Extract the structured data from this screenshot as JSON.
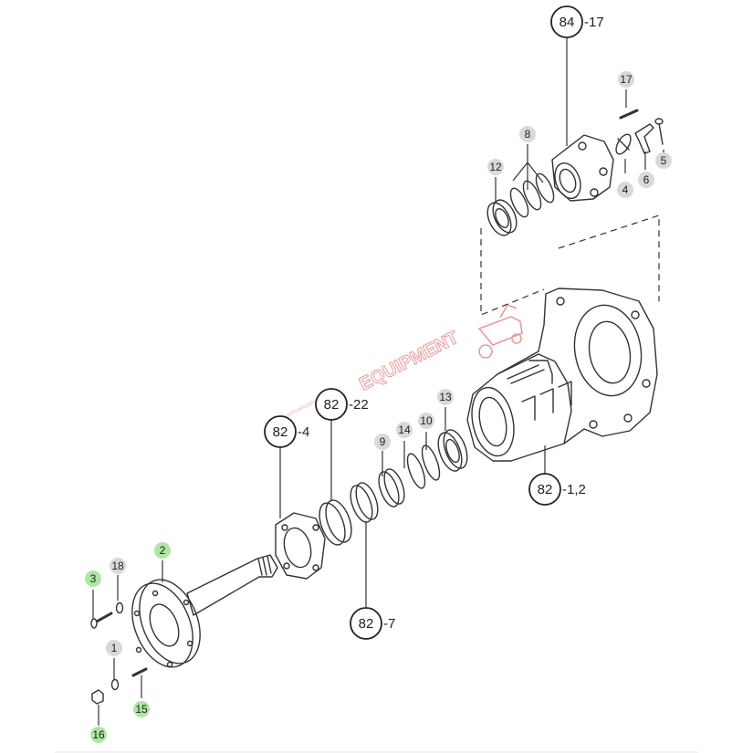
{
  "watermark": {
    "text": "EQUIPMENT",
    "color": "#e07a7a"
  },
  "colors": {
    "line": "#333333",
    "tag_grey": "#d9d9d9",
    "tag_green": "#aee6a4"
  },
  "assembly_refs": [
    {
      "number": "84",
      "suffix": "-17"
    },
    {
      "number": "82",
      "suffix": "-22"
    },
    {
      "number": "82",
      "suffix": "-4"
    },
    {
      "number": "82",
      "suffix": "-1,2"
    },
    {
      "number": "82",
      "suffix": "-7"
    }
  ],
  "part_tags": [
    {
      "label": "17",
      "highlight": "grey"
    },
    {
      "label": "8",
      "highlight": "grey"
    },
    {
      "label": "12",
      "highlight": "grey"
    },
    {
      "label": "4",
      "highlight": "grey"
    },
    {
      "label": "6",
      "highlight": "grey"
    },
    {
      "label": "5",
      "highlight": "grey"
    },
    {
      "label": "13",
      "highlight": "grey"
    },
    {
      "label": "14",
      "highlight": "grey"
    },
    {
      "label": "10",
      "highlight": "grey"
    },
    {
      "label": "9",
      "highlight": "grey"
    },
    {
      "label": "2",
      "highlight": "green"
    },
    {
      "label": "18",
      "highlight": "grey"
    },
    {
      "label": "3",
      "highlight": "green"
    },
    {
      "label": "1",
      "highlight": "grey"
    },
    {
      "label": "15",
      "highlight": "green"
    },
    {
      "label": "16",
      "highlight": "green"
    }
  ]
}
